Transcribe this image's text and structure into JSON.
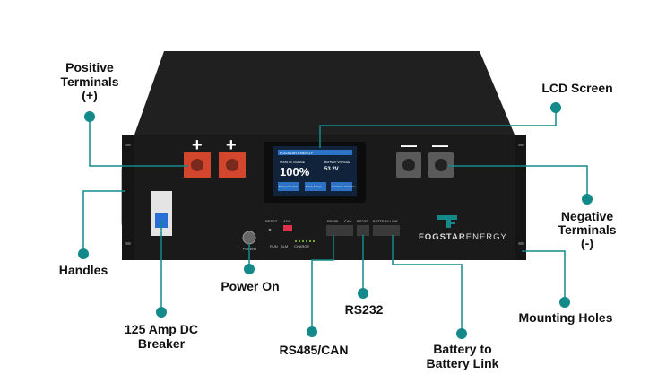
{
  "labels": {
    "positive_terminals": [
      "Positive",
      "Terminals",
      "(+)"
    ],
    "lcd_screen": "LCD Screen",
    "negative_terminals": [
      "Negative",
      "Terminals",
      "(-)"
    ],
    "handles": "Handles",
    "breaker": [
      "125 Amp DC",
      "Breaker"
    ],
    "power_on": "Power On",
    "rs485_can": "RS485/CAN",
    "rs232": "RS232",
    "battery_link": [
      "Battery to",
      "Battery Link"
    ],
    "mounting_holes": "Mounting Holes"
  },
  "device": {
    "brand": "FOGSTARENERGY",
    "brand_a": "FOGSTAR",
    "brand_b": "ENERGY",
    "plus": "+",
    "minus": "—",
    "panel_labels": {
      "reset": "RESET",
      "add": "ADD",
      "power": "POWER",
      "run": "RUN",
      "alm": "ALM",
      "charge": "CHARGE",
      "rs485": "RS485",
      "can": "CAN",
      "rs232": "RS232",
      "battery_link": "BATTERY LINK"
    },
    "lcd": {
      "header": "FOGSTAR ENERGY",
      "soc_label": "STATE OF CHARGE",
      "soc_value": "100%",
      "voltage_label": "BATTERY VOLTAGE",
      "voltage_value": "53.2V",
      "buttons": [
        "Battery Information",
        "Battery Settings",
        "Fault Status Information"
      ]
    }
  },
  "colors": {
    "accent": "#13898a",
    "body": "#1b1b1b",
    "terminal_pos": "#d2462e"
  }
}
